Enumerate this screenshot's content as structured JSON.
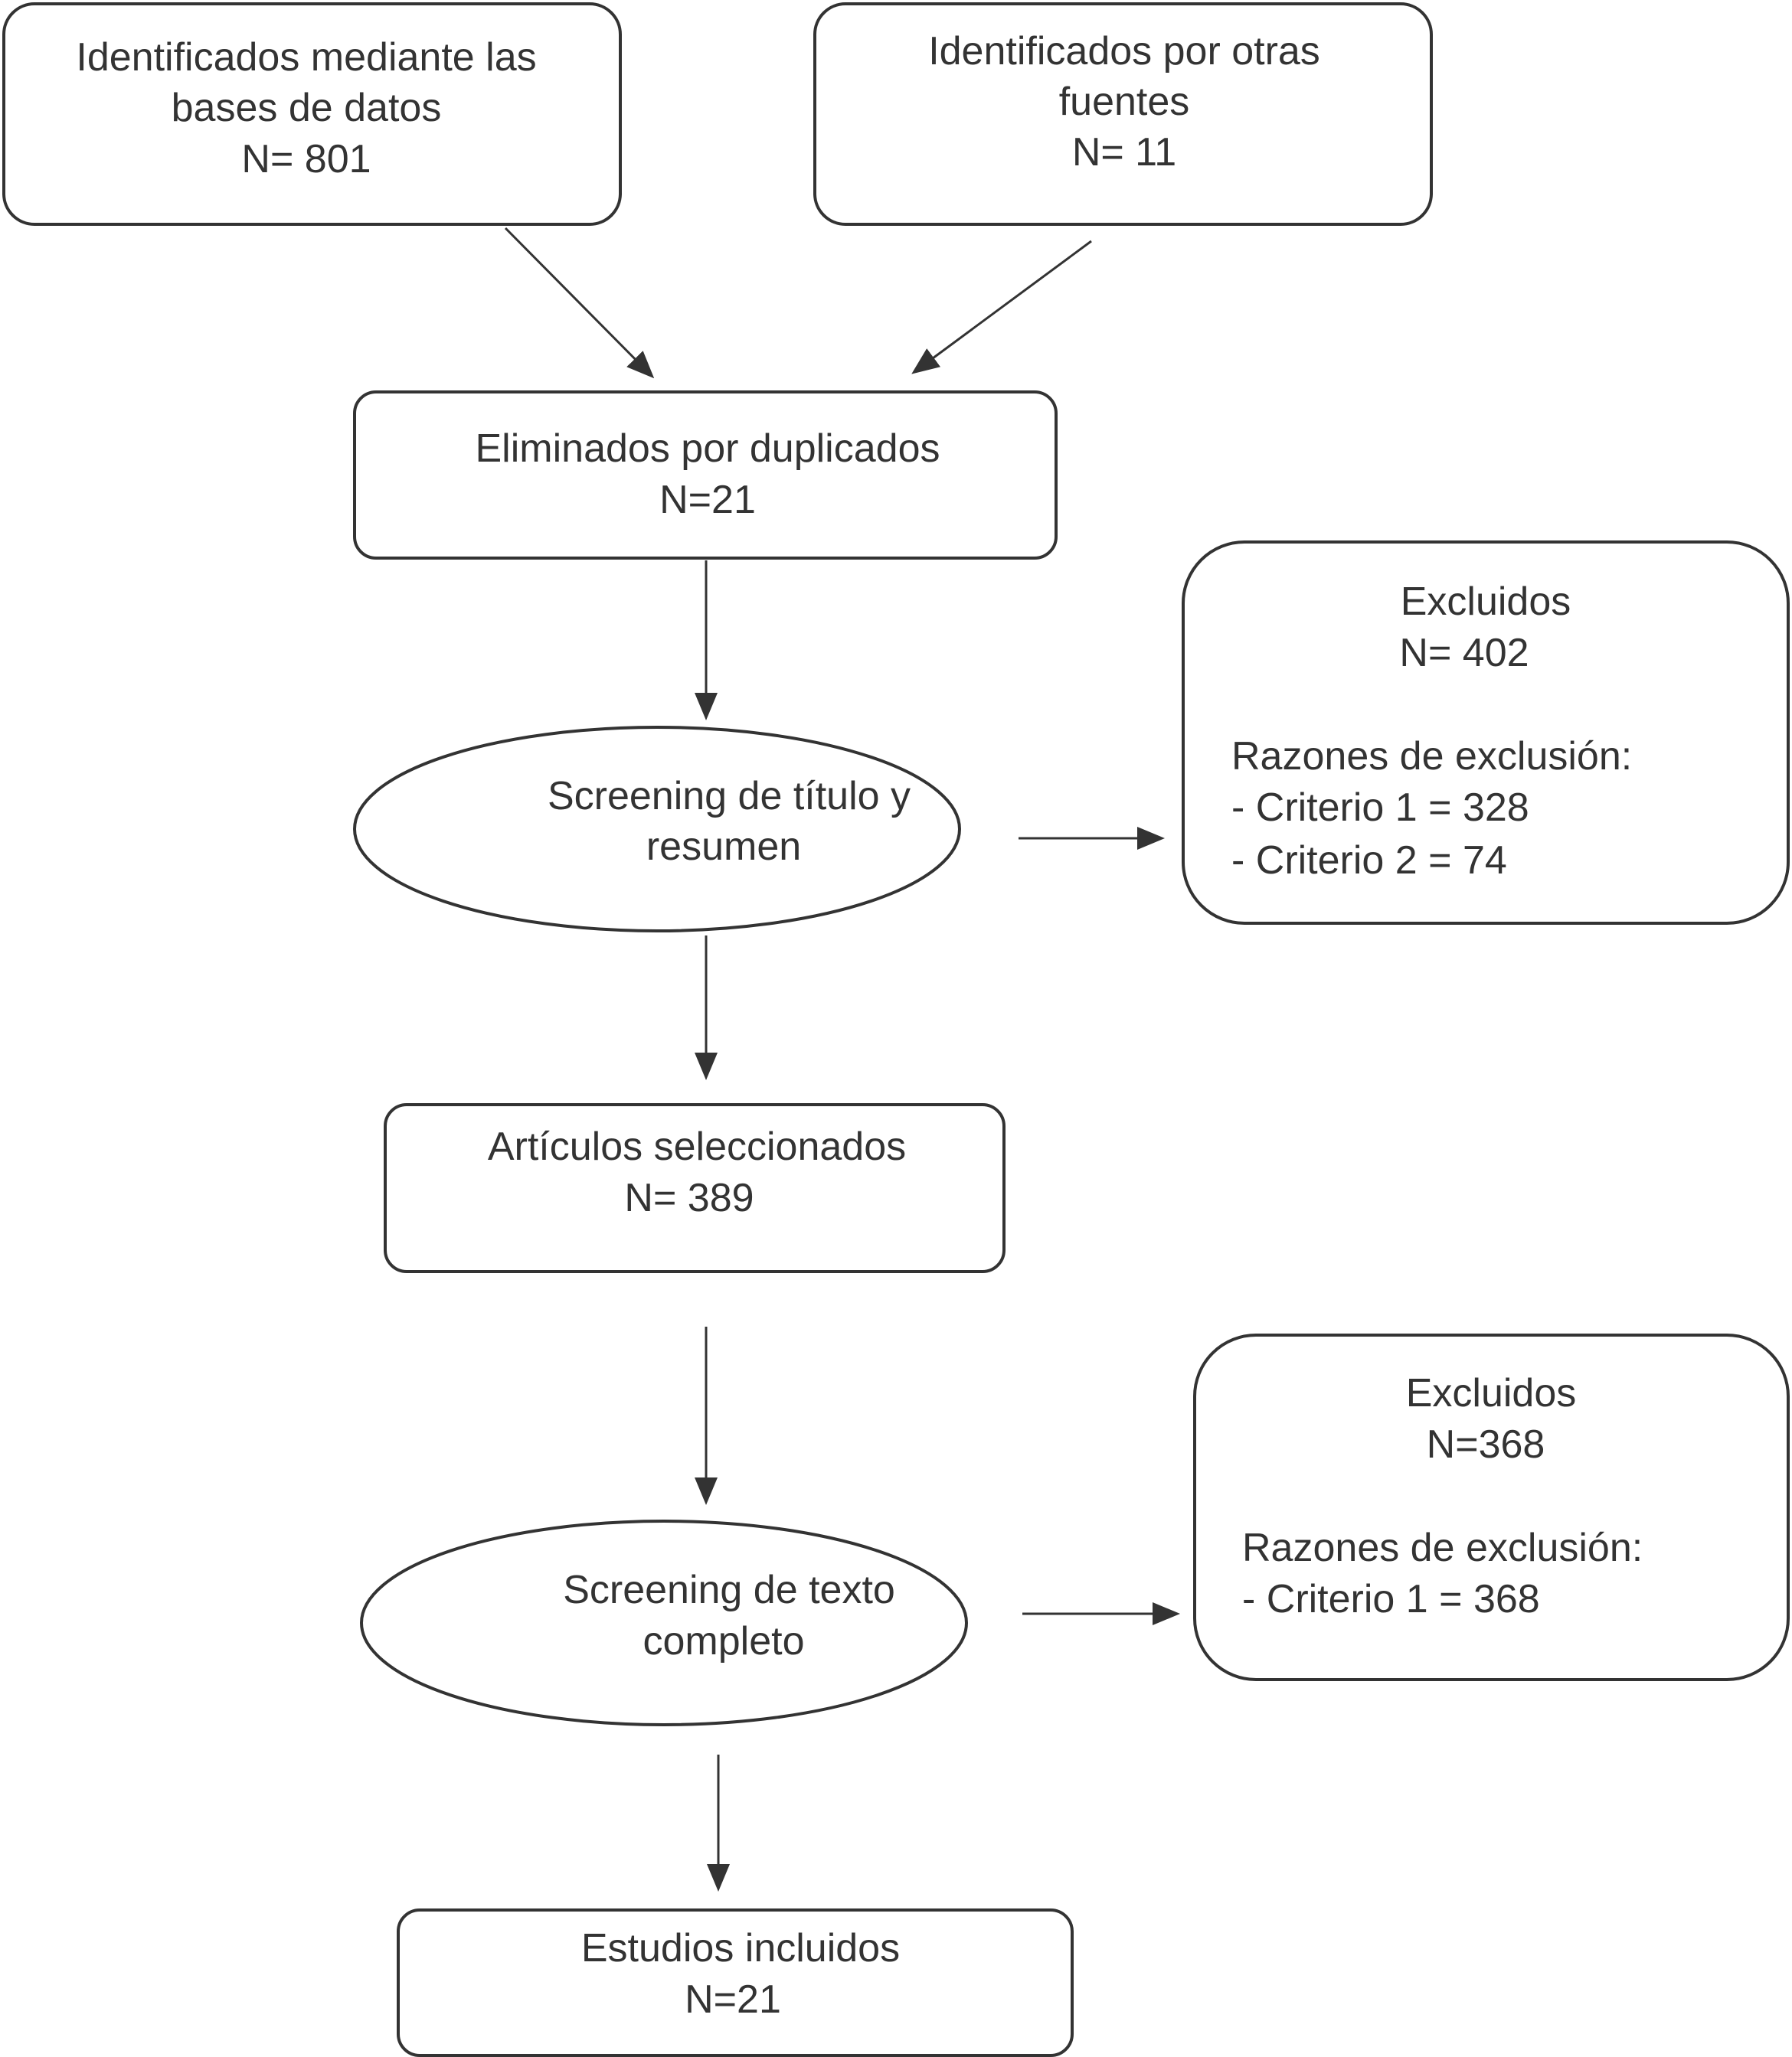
{
  "nodes": {
    "database_sources": {
      "lines": [
        "Identificados mediante las",
        "bases de datos",
        "N= 801"
      ]
    },
    "other_sources": {
      "lines": [
        "Identificados por otras",
        "fuentes",
        "N= 11"
      ]
    },
    "duplicates_removed": {
      "lines": [
        "Eliminados por duplicados",
        "N=21"
      ]
    },
    "title_abstract_screening": {
      "lines": [
        "Screening de título y",
        "resumen"
      ]
    },
    "excluded_first": {
      "lines": [
        "Excluidos",
        "N= 402"
      ],
      "reasons_title": "Razones de exclusión:",
      "reasons": [
        "- Criterio 1 = 328",
        "- Criterio 2 = 74"
      ]
    },
    "selected_articles": {
      "lines": [
        "Artículos seleccionados",
        "N= 389"
      ]
    },
    "fulltext_screening": {
      "lines": [
        "Screening de texto",
        "completo"
      ]
    },
    "excluded_second": {
      "lines": [
        "Excluidos",
        "N=368"
      ],
      "reasons_title": "Razones de exclusión:",
      "reasons": [
        "- Criterio 1 =  368"
      ]
    },
    "included_studies": {
      "lines": [
        "Estudios incluidos",
        "N=21"
      ]
    }
  }
}
